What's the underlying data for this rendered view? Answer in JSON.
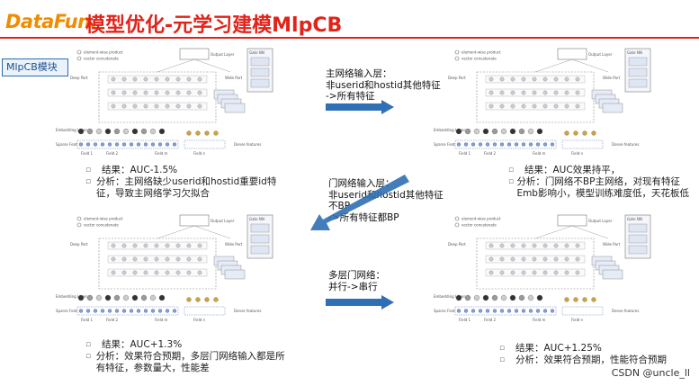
{
  "header": {
    "logo_left": "DataFun.",
    "title": "模型优化-元学习建模MlpCB"
  },
  "tag": "MlpCB模块",
  "diagram_text": {
    "legend_a": "element-wise product",
    "legend_b": "vector concatenate",
    "output_layer": "Output Layer",
    "gate_nn": "Gate NN",
    "deep_part": "Deep Part",
    "wide_part": "Wide Part",
    "embedding_layer": "Embedding Layer",
    "sparse_features": "Sparse Features",
    "field_1": "Field 1",
    "field_2": "Field 2",
    "field_m": "Field m",
    "field_n": "Field n",
    "dense_features": "Dense features"
  },
  "panels": [
    {
      "result": "结果：AUC-1.5%",
      "analysis": "分析：主网络缺少userid和hostid重要id特征，导致主网络学习欠拟合"
    },
    {
      "result": "结果：AUC效果持平，",
      "analysis": "分析：门网络不BP主网络，对现有特征Emb影响小，模型训练难度低，天花板低"
    },
    {
      "result": "结果：AUC+1.3%",
      "analysis": "分析：效果符合预期，多层门网络输入都是所有特征，参数量大，性能差"
    },
    {
      "result": "结果：AUC+1.25%",
      "analysis": "分析：效果符合预期，性能符合预期"
    }
  ],
  "annotations": {
    "a1": [
      "主网络输入层：",
      "非userid和hostid其他特征",
      "->所有特征"
    ],
    "a2": [
      "门网络输入层：",
      "非userid和hostid其他特征",
      "不BP",
      "->所有特征都BP"
    ],
    "a3": [
      "多层门网络：",
      "并行->串行"
    ]
  },
  "watermark": "CSDN @uncle_ll",
  "colors": {
    "title_red": "#e2231a",
    "arrow_blue": "#2f6fb3",
    "logo_orange": "#f08c00"
  }
}
